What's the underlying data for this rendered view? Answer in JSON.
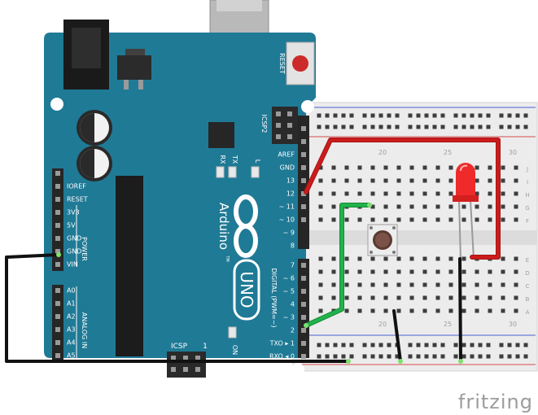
{
  "board": {
    "reset_label": "RESET",
    "icsp2_label": "ICSP2",
    "icsp_label": "ICSP",
    "one_mark": "1",
    "tx_label": "TX",
    "rx_label": "RX",
    "l_label": "L",
    "on_label": "ON",
    "brand": "Arduino",
    "model": "UNO",
    "tm": "TM",
    "digital_label": "DIGITAL (PWM=~)",
    "power_label": "POWER",
    "analog_label": "ANALOG IN",
    "power_pins": [
      "IOREF",
      "RESET",
      "3V3",
      "5V",
      "GND",
      "GND",
      "VIN"
    ],
    "analog_pins": [
      "A0",
      "A1",
      "A2",
      "A3",
      "A4",
      "A5"
    ],
    "digital_top": [
      "AREF",
      "GND",
      "13",
      "12",
      "~ 11",
      "~ 10",
      "~ 9",
      "8"
    ],
    "digital_bottom": [
      "7",
      "~ 6",
      "~ 5",
      "4",
      "~ 3",
      "2",
      "TXO ▸ 1",
      "RXO ◂ 0"
    ]
  },
  "breadboard": {
    "col_numbers": [
      "20",
      "25",
      "30"
    ],
    "row_letters_top": [
      "J",
      "I",
      "H",
      "G",
      "F"
    ],
    "row_letters_bottom": [
      "E",
      "D",
      "C",
      "B",
      "A"
    ]
  },
  "colors": {
    "board": "#1f7a96",
    "wire_red": "#cc1b1b",
    "wire_green": "#22b24c",
    "wire_black": "#222222",
    "led": "#ee2a2a"
  },
  "watermark": "fritzing"
}
